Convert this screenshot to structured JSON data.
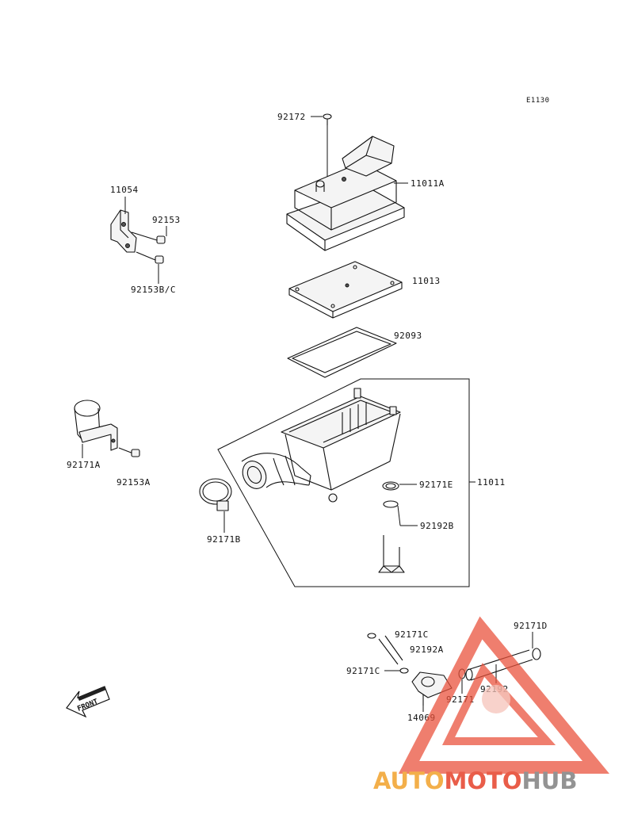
{
  "diagram_code": "E1130",
  "parts": {
    "p92172": "92172",
    "p11011A": "11011A",
    "p11054": "11054",
    "p92153": "92153",
    "p92153BC": "92153B/C",
    "p11013": "11013",
    "p92093": "92093",
    "p92171A": "92171A",
    "p92153A": "92153A",
    "p92171E": "92171E",
    "p11011": "11011",
    "p92192B": "92192B",
    "p92171B": "92171B",
    "p92171D": "92171D",
    "p92171C_top": "92171C",
    "p92192A": "92192A",
    "p92171C_left": "92171C",
    "p92171": "92171",
    "p92192": "92192",
    "p14069": "14069"
  },
  "front_arrow": "FRONT",
  "watermark": {
    "part1": "AUTO",
    "part2": "MOTO",
    "part3": "HUB",
    "colors": {
      "orange": "#f2a93b",
      "red": "#e8503a",
      "gray": "#8a8a8a"
    }
  }
}
